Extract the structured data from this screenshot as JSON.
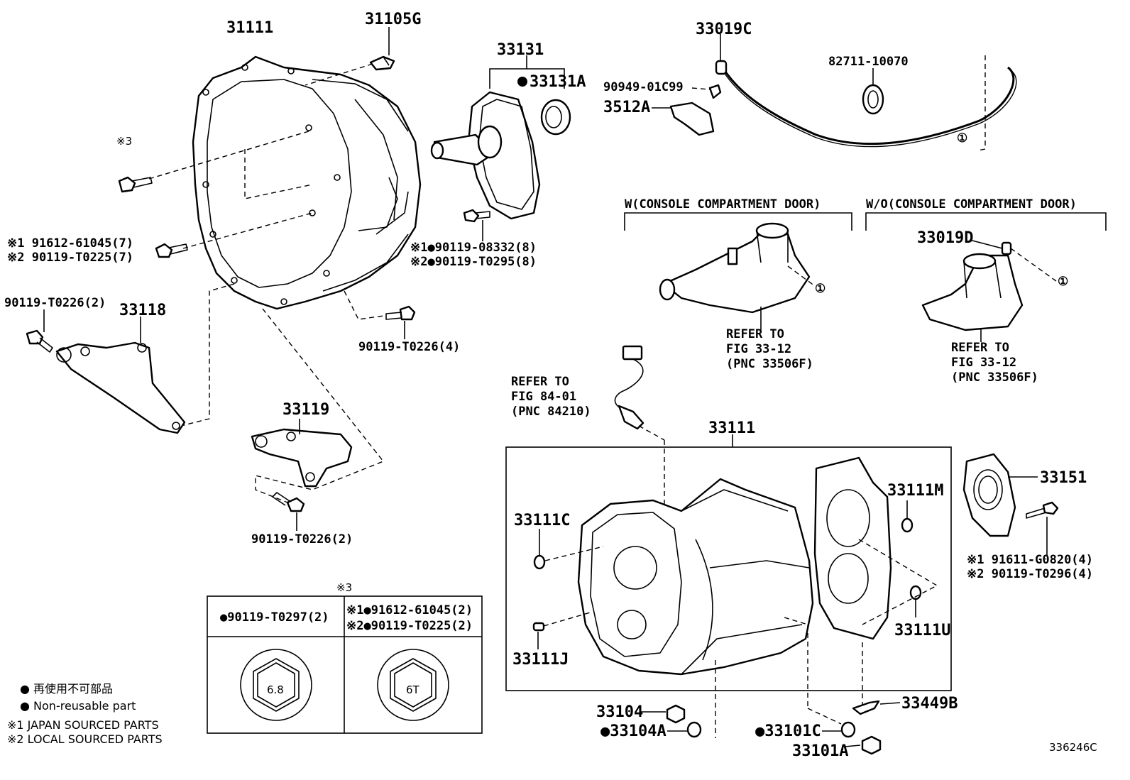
{
  "labels": {
    "l31111_top": "31111",
    "l31105G": "31105G",
    "l33131": "33131",
    "l33131A": "33131A",
    "l33019C": "33019C",
    "l82711": "82711-10070",
    "l90949": "90949-01C99",
    "l3512A": "3512A",
    "circle1_a": "①",
    "note3_a": "※3",
    "l91612_a": "※1 91612-61045(7)",
    "l90119T0225_a": "※2 90119-T0225(7)",
    "l90119_08332": "※1●90119-08332(8)",
    "l90119_T0295": "※2●90119-T0295(8)",
    "l90119T0226_2a": "90119-T0226(2)",
    "l33118": "33118",
    "l90119T0226_4": "90119-T0226(4)",
    "l33119": "33119",
    "l90119T0226_2b": "90119-T0226(2)",
    "w_console": "W(CONSOLE COMPARTMENT DOOR)",
    "wo_console": "W/O(CONSOLE COMPARTMENT DOOR)",
    "circle1_b": "①",
    "l33019D": "33019D",
    "circle1_c": "①",
    "refer_a1": "REFER TO",
    "refer_a2": "FIG 33-12",
    "refer_a3": "(PNC 33506F)",
    "refer_b1": "REFER TO",
    "refer_b2": "FIG 33-12",
    "refer_b3": "(PNC 33506F)",
    "refer_c1": "REFER TO",
    "refer_c2": "FIG 84-01",
    "refer_c3": "(PNC 84210)",
    "l33111_mid": "33111",
    "l33151": "33151",
    "l33111M": "33111M",
    "l33111C": "33111C",
    "l33111U": "33111U",
    "l33111J": "33111J",
    "l91611": "※1 91611-G0820(4)",
    "l90119T0296": "※2 90119-T0296(4)",
    "note3_b": "※3",
    "tbl_left_head": "●90119-T0297(2)",
    "tbl_right_head1": "※1●91612-61045(2)",
    "tbl_right_head2": "※2●90119-T0225(2)",
    "hex_left": "6.8",
    "hex_right": "6T",
    "l33104": "33104",
    "l33104A": "●33104A",
    "l33101C": "●33101C",
    "l33101A": "33101A",
    "l33449B": "33449B",
    "legend1": "● 再使用不可部品",
    "legend2": "● Non-reusable part",
    "legend3": "※1 JAPAN SOURCED PARTS",
    "legend4": "※2 LOCAL SOURCED PARTS",
    "fig_code": "336246C"
  },
  "colors": {
    "ink": "#000000",
    "paper": "#ffffff"
  }
}
